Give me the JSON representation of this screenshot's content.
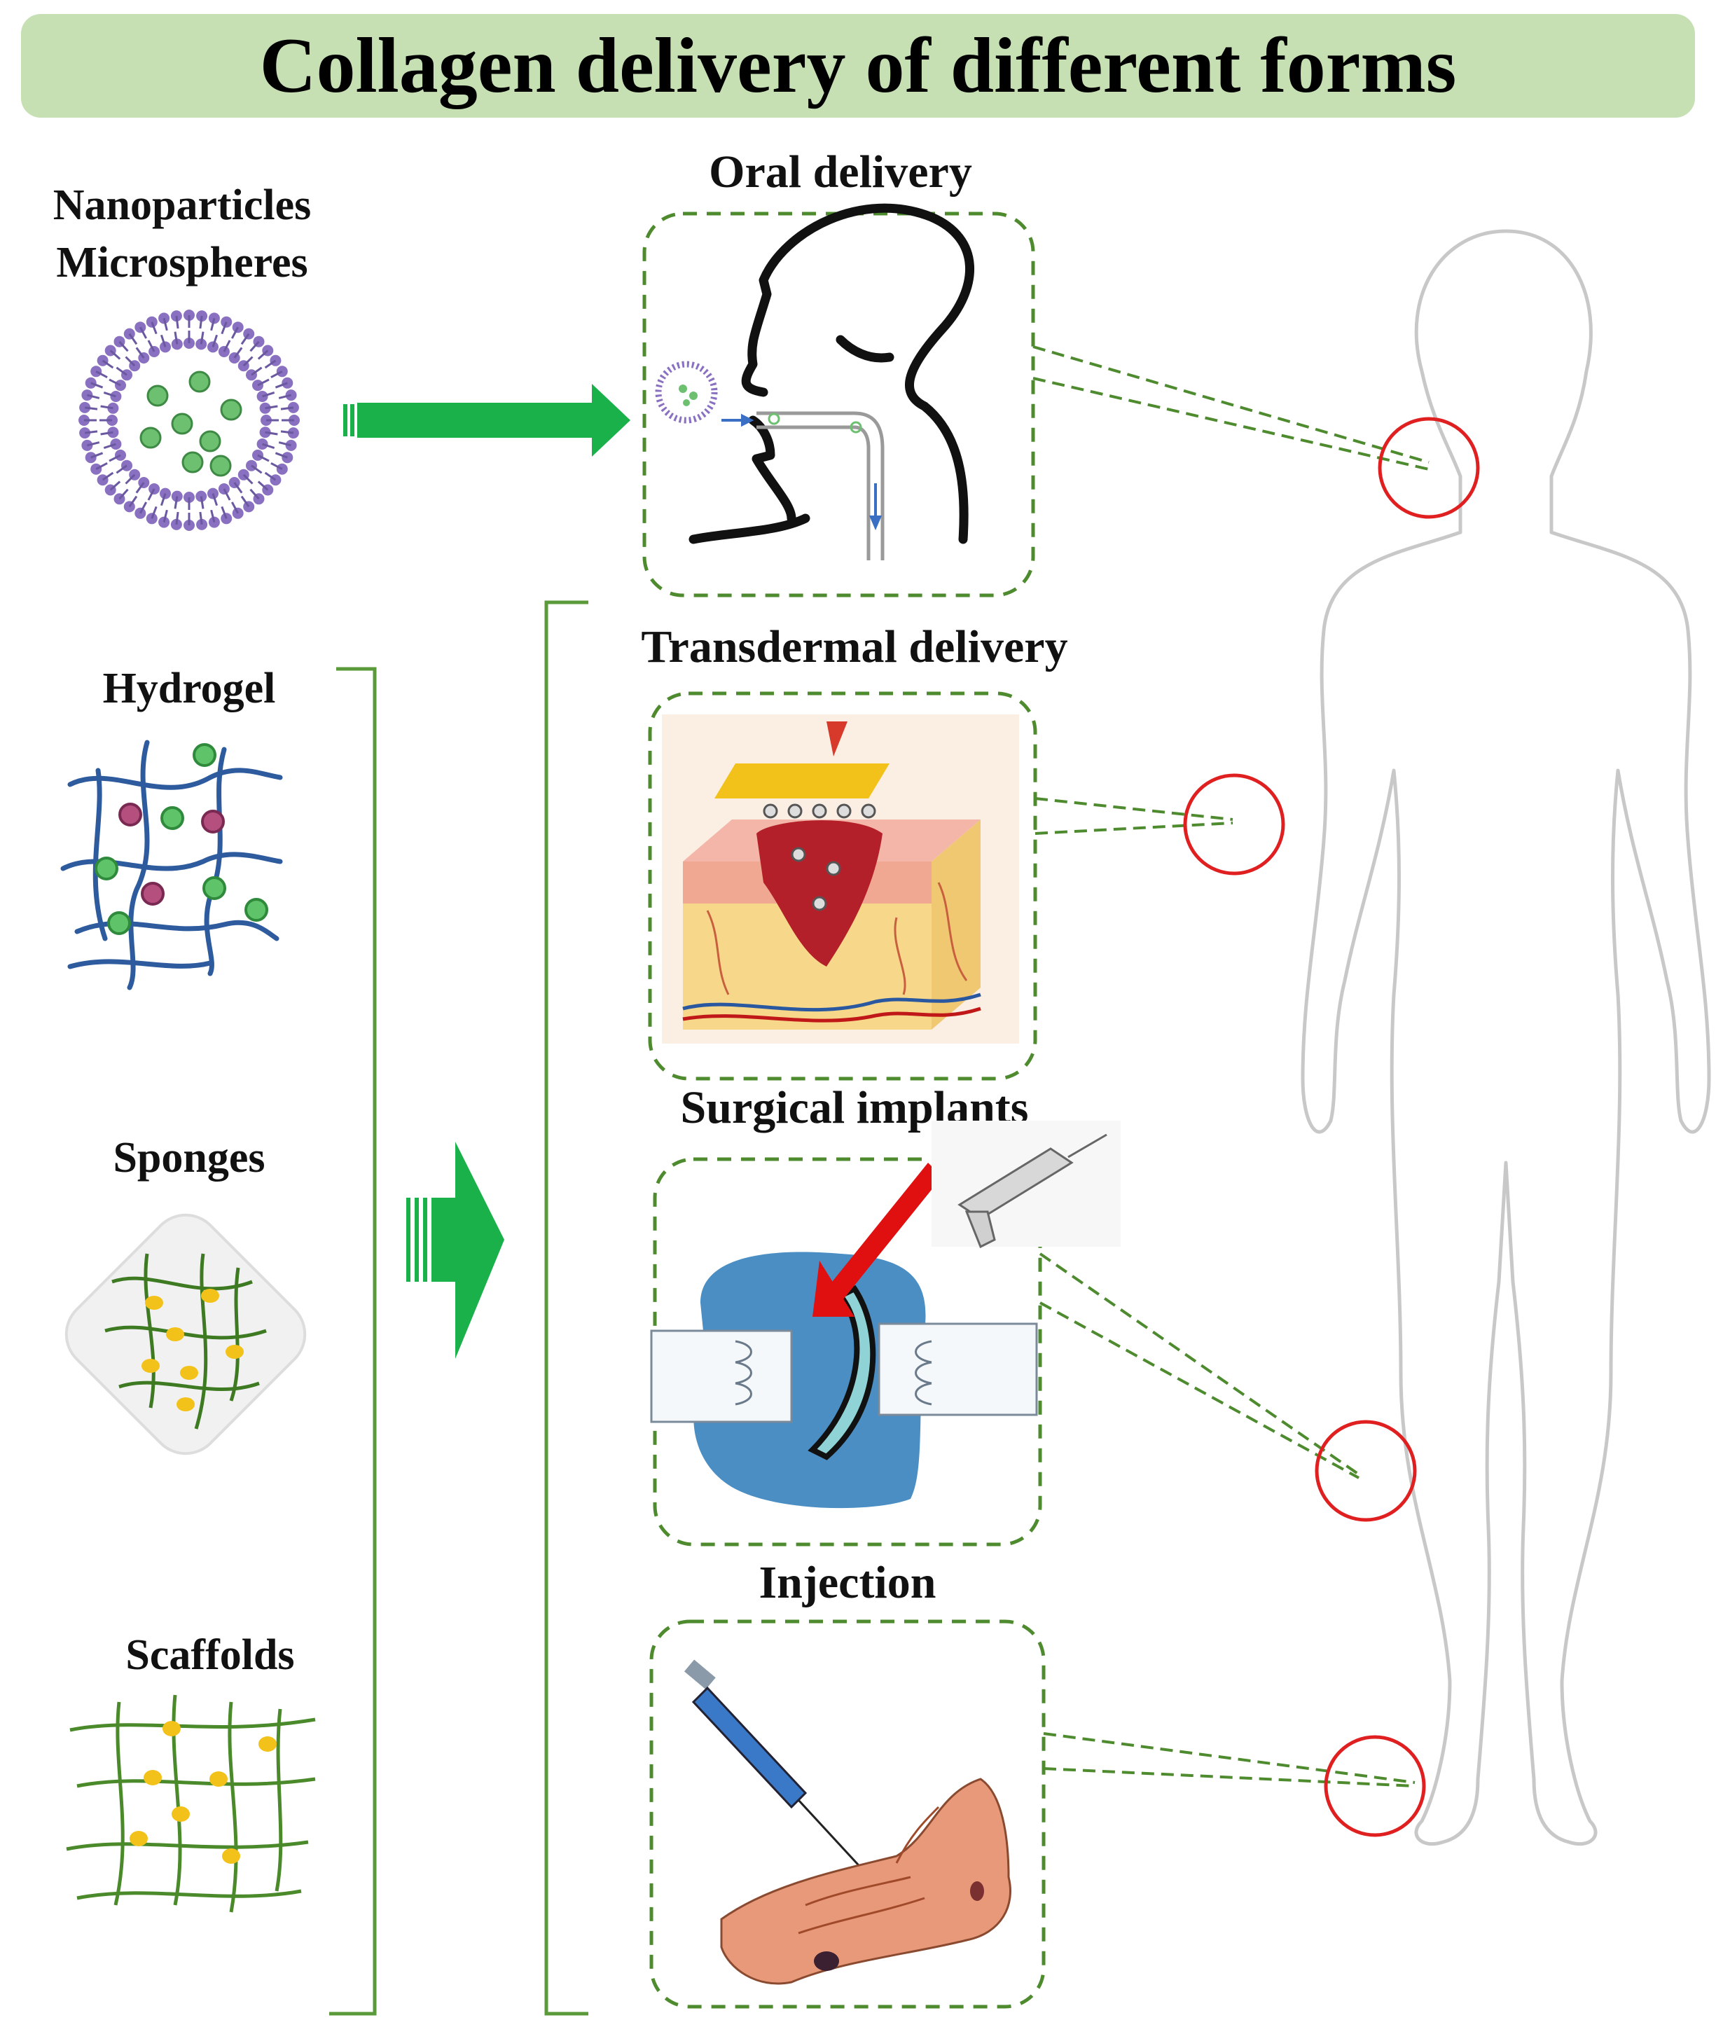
{
  "title": "Collagen delivery of different forms",
  "forms": {
    "nanoparticles": "Nanoparticles",
    "microspheres": "Microspheres",
    "hydrogel": "Hydrogel",
    "sponges": "Sponges",
    "scaffolds": "Scaffolds"
  },
  "routes": {
    "oral": "Oral delivery",
    "transdermal": "Transdermal delivery",
    "surgical": "Surgical implants",
    "injection": "Injection"
  },
  "colors": {
    "banner": "#c6e0b4",
    "arrow": "#1ab04a",
    "bracket": "#5a9a3a",
    "dashed_link": "#4e8a2e",
    "target_circle": "#e02020",
    "body_outline": "#c8c8c8"
  }
}
